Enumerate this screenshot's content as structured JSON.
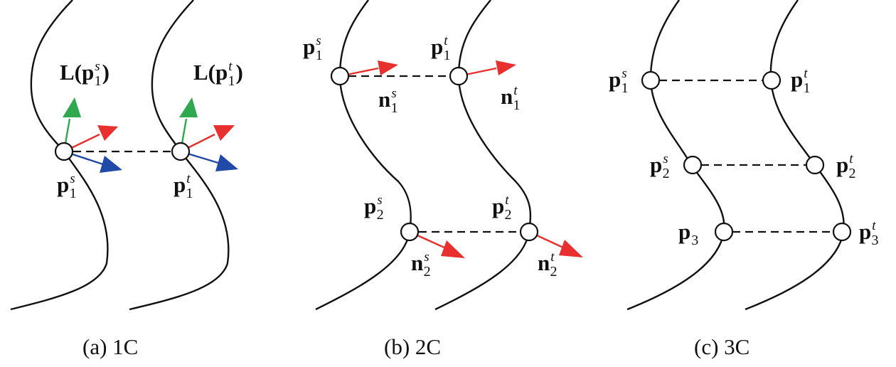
{
  "colors": {
    "red_arrow": "#e8302e",
    "green_arrow": "#2fa84f",
    "blue_arrow": "#2049a8",
    "ink": "#111111"
  },
  "panels": [
    {
      "caption": "(a) 1C",
      "labels": {
        "L_s": {
          "lhs": "L(",
          "base": "p",
          "sub": "1",
          "sup": "s",
          "rhs": ")"
        },
        "L_t": {
          "lhs": "L(",
          "base": "p",
          "sub": "1",
          "sup": "t",
          "rhs": ")"
        },
        "p1s": {
          "base": "p",
          "sub": "1",
          "sup": "s"
        },
        "p1t": {
          "base": "p",
          "sub": "1",
          "sup": "t"
        }
      }
    },
    {
      "caption": "(b) 2C",
      "labels": {
        "p1s": {
          "base": "p",
          "sub": "1",
          "sup": "s"
        },
        "p1t": {
          "base": "p",
          "sub": "1",
          "sup": "t"
        },
        "n1s": {
          "base": "n",
          "sub": "1",
          "sup": "s"
        },
        "n1t": {
          "base": "n",
          "sub": "1",
          "sup": "t"
        },
        "p2s": {
          "base": "p",
          "sub": "2",
          "sup": "s"
        },
        "p2t": {
          "base": "p",
          "sub": "2",
          "sup": "t"
        },
        "n2s": {
          "base": "n",
          "sub": "2",
          "sup": "s"
        },
        "n2t": {
          "base": "n",
          "sub": "2",
          "sup": "t"
        }
      }
    },
    {
      "caption": "(c) 3C",
      "labels": {
        "p1s": {
          "base": "p",
          "sub": "1",
          "sup": "s"
        },
        "p1t": {
          "base": "p",
          "sub": "1",
          "sup": "t"
        },
        "p2s": {
          "base": "p",
          "sub": "2",
          "sup": "s"
        },
        "p2t": {
          "base": "p",
          "sub": "2",
          "sup": "t"
        },
        "p3": {
          "base": "p",
          "sub": "3",
          "sup": ""
        },
        "p3t": {
          "base": "p",
          "sub": "3",
          "sup": "t"
        }
      }
    }
  ]
}
